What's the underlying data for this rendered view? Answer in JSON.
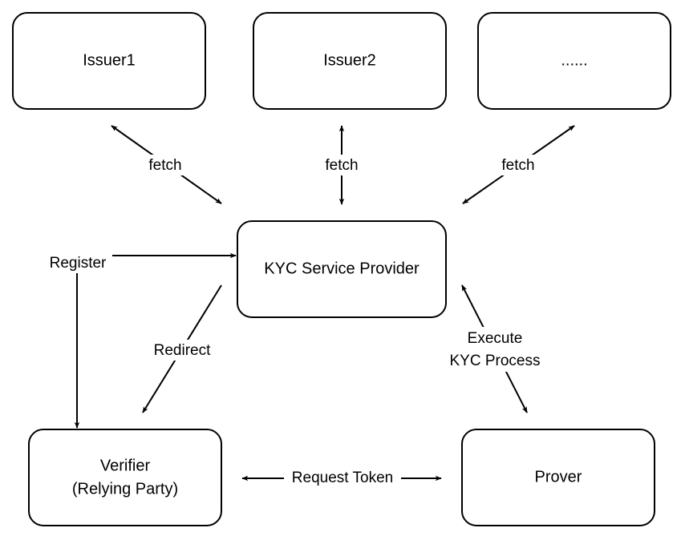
{
  "nodes": {
    "issuer1": "Issuer1",
    "issuer2": "Issuer2",
    "issuer_more": "......",
    "kyc": "KYC Service Provider",
    "verifier_line1": "Verifier",
    "verifier_line2": "(Relying Party)",
    "prover": "Prover"
  },
  "edges": {
    "fetch1": "fetch",
    "fetch2": "fetch",
    "fetch3": "fetch",
    "register": "Register",
    "redirect": "Redirect",
    "execute_line1": "Execute",
    "execute_line2": "KYC Process",
    "request_token": "Request Token"
  }
}
